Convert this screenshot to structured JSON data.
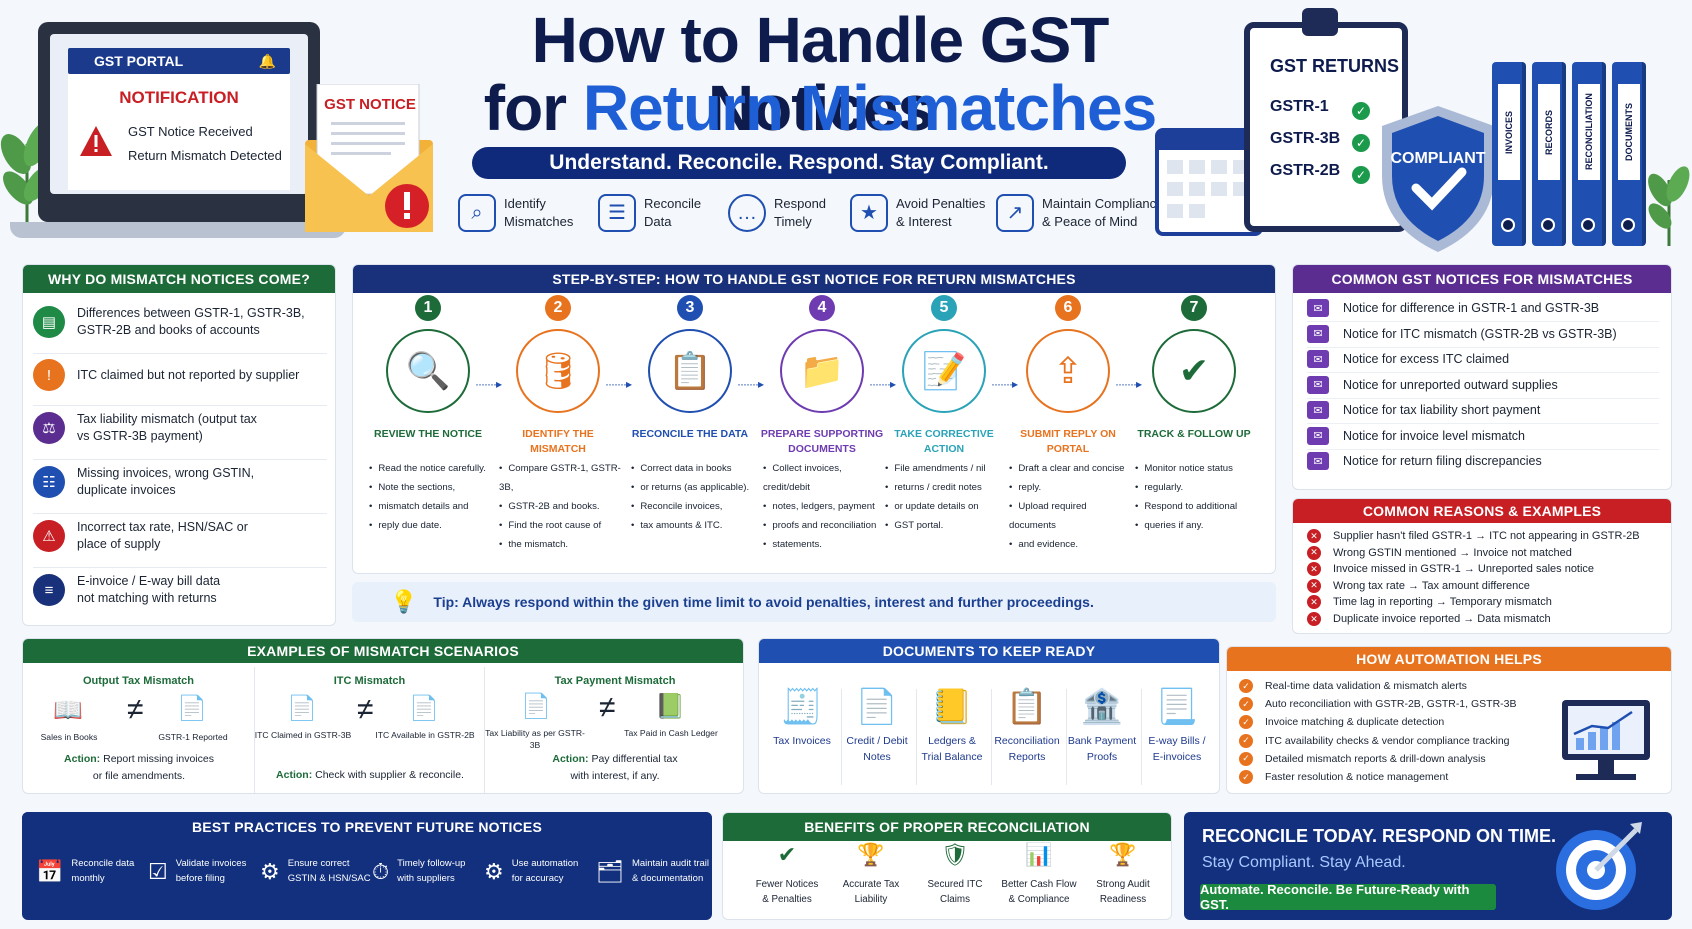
{
  "header": {
    "title_line1": "How to Handle GST Notices",
    "title_line2_a": "for ",
    "title_line2_b": "Return Mismatches",
    "tagline": "Understand. Reconcile. Respond. Stay Compliant.",
    "goals": [
      {
        "icon": "magnifier-icon",
        "l1": "Identify",
        "l2": "Mismatches"
      },
      {
        "icon": "reconcile-doc-icon",
        "l1": "Reconcile",
        "l2": "Data"
      },
      {
        "icon": "chat-icon",
        "l1": "Respond",
        "l2": "Timely"
      },
      {
        "icon": "shield-star-icon",
        "l1": "Avoid Penalties",
        "l2": "& Interest"
      },
      {
        "icon": "growth-chart-icon",
        "l1": "Maintain Compliance",
        "l2": "& Peace of Mind"
      }
    ]
  },
  "laptop": {
    "portal": "GST PORTAL",
    "notification": "NOTIFICATION",
    "line1": "GST Notice Received",
    "line2": "Return Mismatch Detected"
  },
  "envelope": {
    "label": "GST NOTICE"
  },
  "clipboard": {
    "title": "GST RETURNS",
    "items": [
      "GSTR-1",
      "GSTR-3B",
      "GSTR-2B"
    ]
  },
  "shield": {
    "label": "COMPLIANT"
  },
  "binders": [
    "INVOICES",
    "RECORDS",
    "RECONCILIATION",
    "DOCUMENTS"
  ],
  "why": {
    "heading": "WHY DO MISMATCH NOTICES COME?",
    "items": [
      {
        "l1": "Differences between GSTR-1, GSTR-3B,",
        "l2": "GSTR-2B and books of accounts",
        "color": "#1e8a46",
        "icon": "books-icon"
      },
      {
        "l1": "ITC claimed but not reported by supplier",
        "l2": "",
        "color": "#e8731f",
        "icon": "warning-icon"
      },
      {
        "l1": "Tax liability mismatch (output tax",
        "l2": "vs GSTR-3B payment)",
        "color": "#5b2d91",
        "icon": "scale-icon"
      },
      {
        "l1": "Missing invoices, wrong GSTIN,",
        "l2": "duplicate invoices",
        "color": "#1f4fb0",
        "icon": "invoice-icon"
      },
      {
        "l1": "Incorrect tax rate, HSN/SAC or",
        "l2": "place of supply",
        "color": "#c81f24",
        "icon": "alert-icon"
      },
      {
        "l1": "E-invoice / E-way bill data",
        "l2": "not matching with returns",
        "color": "#19307a",
        "icon": "document-icon"
      }
    ]
  },
  "steps": {
    "heading": "STEP-BY-STEP: HOW TO HANDLE GST NOTICE FOR RETURN MISMATCHES",
    "items": [
      {
        "num": "1",
        "color": "#1e6b3a",
        "icon": "🔍",
        "title": "REVIEW THE NOTICE",
        "points": [
          "Read the notice carefully.",
          "Note the sections,",
          "mismatch details and",
          "reply due date."
        ]
      },
      {
        "num": "2",
        "color": "#e8731f",
        "icon": "🛢",
        "title": "IDENTIFY THE MISMATCH",
        "points": [
          "Compare GSTR-1, GSTR-3B,",
          "GSTR-2B and books.",
          "Find the root cause of",
          "the mismatch."
        ]
      },
      {
        "num": "3",
        "color": "#1f4fb0",
        "icon": "📋",
        "title": "RECONCILE THE DATA",
        "points": [
          "Correct data in books",
          "or returns (as applicable).",
          "Reconcile invoices,",
          "tax amounts & ITC."
        ]
      },
      {
        "num": "4",
        "color": "#6e3bb0",
        "icon": "📁",
        "title": "PREPARE SUPPORTING DOCUMENTS",
        "points": [
          "Collect invoices, credit/debit",
          "notes, ledgers, payment",
          "proofs and reconciliation",
          "statements."
        ]
      },
      {
        "num": "5",
        "color": "#2aa3b8",
        "icon": "📝",
        "title": "TAKE CORRECTIVE ACTION",
        "points": [
          "File amendments / nil",
          "returns / credit notes",
          "or update details on",
          "GST portal."
        ]
      },
      {
        "num": "6",
        "color": "#e8731f",
        "icon": "⇪",
        "title": "SUBMIT REPLY ON PORTAL",
        "points": [
          "Draft a clear and concise",
          "reply.",
          "Upload required documents",
          "and evidence."
        ]
      },
      {
        "num": "7",
        "color": "#1e6b3a",
        "icon": "✔",
        "title": "TRACK & FOLLOW UP",
        "points": [
          "Monitor notice status",
          "regularly.",
          "Respond to additional",
          "queries if any."
        ]
      }
    ]
  },
  "tip": {
    "text": "Tip: Always respond within the given time limit to avoid penalties, interest and further proceedings."
  },
  "notices": {
    "heading": "COMMON GST NOTICES FOR MISMATCHES",
    "items": [
      "Notice for difference in GSTR-1 and GSTR-3B",
      "Notice for ITC mismatch (GSTR-2B vs GSTR-3B)",
      "Notice for excess ITC claimed",
      "Notice for unreported outward supplies",
      "Notice for tax liability short payment",
      "Notice for invoice level mismatch",
      "Notice for return filing discrepancies"
    ]
  },
  "reasons": {
    "heading": "COMMON REASONS & EXAMPLES",
    "items": [
      "Supplier hasn't filed GSTR-1 → ITC not appearing in GSTR-2B",
      "Wrong GSTIN mentioned → Invoice not matched",
      "Invoice missed in GSTR-1 → Unreported sales notice",
      "Wrong tax rate → Tax amount difference",
      "Time lag in reporting → Temporary mismatch",
      "Duplicate invoice reported → Data mismatch"
    ]
  },
  "examples": {
    "heading": "EXAMPLES OF MISMATCH SCENARIOS",
    "items": [
      {
        "title": "Output Tax Mismatch",
        "left": "Sales in Books",
        "right": "GSTR-1 Reported",
        "action_label": "Action:",
        "action_l1": " Report missing invoices",
        "action_l2": "or file amendments."
      },
      {
        "title": "ITC Mismatch",
        "left": "ITC Claimed in GSTR-3B",
        "right": "ITC Available in GSTR-2B",
        "action_label": "Action:",
        "action_l1": " Check with supplier & reconcile.",
        "action_l2": ""
      },
      {
        "title": "Tax Payment Mismatch",
        "left": "Tax Liability as per GSTR-3B",
        "right": "Tax Paid in Cash Ledger",
        "action_label": "Action:",
        "action_l1": " Pay differential tax",
        "action_l2": "with interest, if any."
      }
    ]
  },
  "documents": {
    "heading": "DOCUMENTS TO KEEP READY",
    "items": [
      {
        "l1": "Tax Invoices",
        "l2": ""
      },
      {
        "l1": "Credit / Debit",
        "l2": "Notes"
      },
      {
        "l1": "Ledgers &",
        "l2": "Trial Balance"
      },
      {
        "l1": "Reconciliation",
        "l2": "Reports"
      },
      {
        "l1": "Bank Payment",
        "l2": "Proofs"
      },
      {
        "l1": "E-way Bills /",
        "l2": "E-invoices"
      }
    ]
  },
  "automation": {
    "heading": "HOW AUTOMATION HELPS",
    "items": [
      "Real-time data validation & mismatch alerts",
      "Auto reconciliation with GSTR-2B, GSTR-1, GSTR-3B",
      "Invoice matching & duplicate detection",
      "ITC availability checks & vendor compliance tracking",
      "Detailed mismatch reports & drill-down analysis",
      "Faster resolution & notice management"
    ]
  },
  "best": {
    "heading": "BEST PRACTICES TO PREVENT FUTURE NOTICES",
    "items": [
      {
        "icon": "📅",
        "l1": "Reconcile data",
        "l2": "monthly"
      },
      {
        "icon": "☑",
        "l1": "Validate invoices",
        "l2": "before filing"
      },
      {
        "icon": "⚙",
        "l1": "Ensure correct",
        "l2": "GSTIN & HSN/SAC"
      },
      {
        "icon": "⏱",
        "l1": "Timely follow-up",
        "l2": "with suppliers"
      },
      {
        "icon": "⚙",
        "l1": "Use automation",
        "l2": "for accuracy"
      },
      {
        "icon": "🗂",
        "l1": "Maintain audit trail",
        "l2": "& documentation"
      }
    ]
  },
  "benefits": {
    "heading": "BENEFITS OF PROPER RECONCILIATION",
    "items": [
      {
        "icon": "✔",
        "l1": "Fewer Notices",
        "l2": "& Penalties"
      },
      {
        "icon": "🏆",
        "l1": "Accurate Tax",
        "l2": "Liability"
      },
      {
        "icon": "🛡",
        "l1": "Secured ITC",
        "l2": "Claims"
      },
      {
        "icon": "📊",
        "l1": "Better Cash Flow",
        "l2": "& Compliance"
      },
      {
        "icon": "🏆",
        "l1": "Strong Audit",
        "l2": "Readiness"
      }
    ]
  },
  "cta": {
    "line1": "RECONCILE TODAY. RESPOND ON TIME.",
    "line2": "Stay Compliant. Stay Ahead.",
    "button": "Automate. Reconcile. Be Future-Ready with GST."
  }
}
